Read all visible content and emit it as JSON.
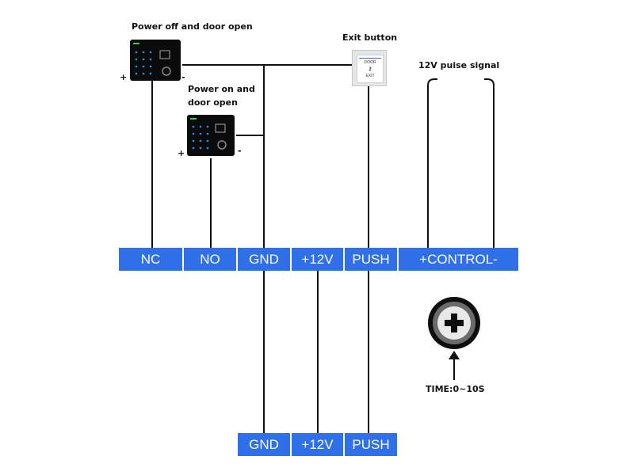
{
  "labels": {
    "reader1": "Power off and door open",
    "reader2_line1": "Power on and",
    "reader2_line2": "door open",
    "exit_button": "Exit button",
    "pulse_signal": "12V puise signal",
    "time": "TIME:0~10S"
  },
  "signs": {
    "plus": "+",
    "minus": "-"
  },
  "exit_button_text": {
    "top": "DOOR",
    "bottom": "EXIT"
  },
  "terminal_row": [
    "NC",
    "NO",
    "GND",
    "+12V",
    "PUSH",
    "+CONTROL-"
  ],
  "bottom_row": [
    "GND",
    "+12V",
    "PUSH"
  ],
  "colors": {
    "terminal": "#2f6fe8",
    "wire": "#111111",
    "led": "#3bd13b",
    "keypad": "#1e90ff"
  },
  "icons": {
    "adjust_knob": "plus-knob-icon",
    "arrow": "arrow-up-icon",
    "exit_key": "key-icon"
  }
}
